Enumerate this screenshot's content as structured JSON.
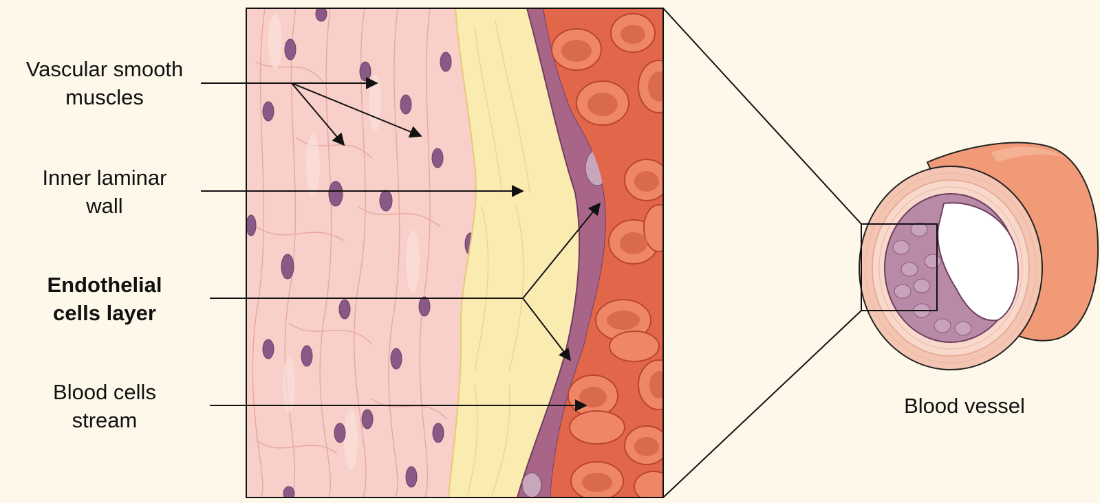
{
  "labels": {
    "vascular_smooth_muscles": {
      "line1": "Vascular smooth",
      "line2": "muscles"
    },
    "inner_laminar_wall": {
      "line1": "Inner laminar",
      "line2": "wall"
    },
    "endothelial_cells_layer": {
      "line1": "Endothelial",
      "line2": "cells layer"
    },
    "blood_cells_stream": {
      "line1": "Blood cells",
      "line2": "stream"
    },
    "blood_vessel": "Blood vessel"
  },
  "colors": {
    "background": "#fdf8e9",
    "smooth_muscle": "#f8cfc9",
    "laminar_wall": "#faebb0",
    "endothelium": "#9c5a7c",
    "blood_plasma": "#e2674a",
    "red_blood_cell": "#ef8767",
    "nucleus": "#8a5a86",
    "vessel_outer": "#f4a07e",
    "leader_lines": "#111111"
  }
}
